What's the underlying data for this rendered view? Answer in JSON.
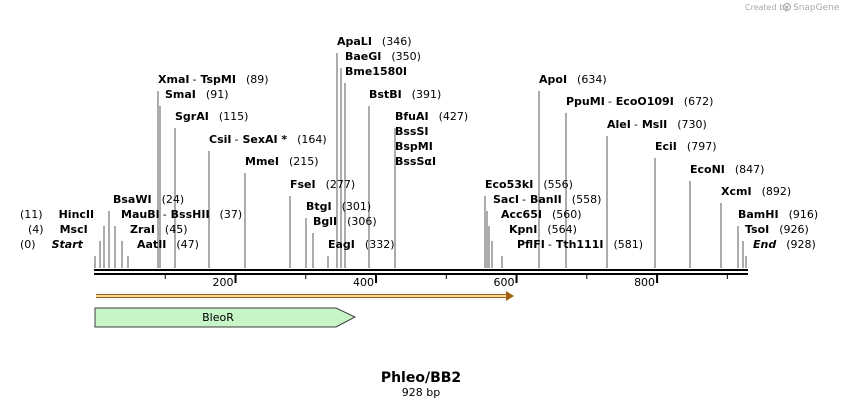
{
  "credit": {
    "prefix": "Created by",
    "brand": "SnapGene"
  },
  "map": {
    "name": "Phleo/BB2",
    "length_label": "928 bp",
    "ticks": [
      "200",
      "400",
      "600",
      "800"
    ],
    "sites": [
      {
        "row": [
          {
            "t": "(0)"
          },
          {
            "t": "Start",
            "b": true,
            "i": true
          }
        ]
      },
      {
        "row": [
          {
            "t": "(4)"
          },
          {
            "t": "MscI",
            "b": true
          }
        ]
      },
      {
        "row": [
          {
            "t": "(11)"
          },
          {
            "t": "HincII",
            "b": true
          }
        ]
      },
      {
        "row": [
          {
            "t": "AatII",
            "b": true
          },
          {
            "t": "(47)"
          }
        ]
      },
      {
        "row": [
          {
            "t": "ZraI",
            "b": true
          },
          {
            "t": "(45)"
          }
        ]
      },
      {
        "row": [
          {
            "t": "MauBI",
            "b": true
          },
          {
            "t": " - "
          },
          {
            "t": "BssHII",
            "b": true
          },
          {
            "t": "(37)"
          }
        ]
      },
      {
        "row": [
          {
            "t": "BsaWI",
            "b": true
          },
          {
            "t": "(24)"
          }
        ]
      },
      {
        "row": [
          {
            "t": "XmaI",
            "b": true
          },
          {
            "t": " - "
          },
          {
            "t": "TspMI",
            "b": true
          },
          {
            "t": "(89)"
          }
        ]
      },
      {
        "row": [
          {
            "t": "SmaI",
            "b": true
          },
          {
            "t": "(91)"
          }
        ]
      },
      {
        "row": [
          {
            "t": "SgrAI",
            "b": true
          },
          {
            "t": "(115)"
          }
        ]
      },
      {
        "row": [
          {
            "t": "CsiI",
            "b": true
          },
          {
            "t": " - "
          },
          {
            "t": "SexAI *",
            "b": true
          },
          {
            "t": "(164)"
          }
        ]
      },
      {
        "row": [
          {
            "t": "MmeI",
            "b": true
          },
          {
            "t": "(215)"
          }
        ]
      },
      {
        "row": [
          {
            "t": "FseI",
            "b": true
          },
          {
            "t": "(277)"
          }
        ]
      },
      {
        "row": [
          {
            "t": "BtgI",
            "b": true
          },
          {
            "t": "(301)"
          }
        ]
      },
      {
        "row": [
          {
            "t": "BglI",
            "b": true
          },
          {
            "t": "(306)"
          }
        ]
      },
      {
        "row": [
          {
            "t": "EagI",
            "b": true
          },
          {
            "t": "(332)"
          }
        ]
      },
      {
        "row": [
          {
            "t": "ApaLI",
            "b": true
          },
          {
            "t": "(346)"
          }
        ]
      },
      {
        "row": [
          {
            "t": "BaeGI",
            "b": true
          },
          {
            "t": "(350)"
          }
        ]
      },
      {
        "row": [
          {
            "t": "Bme1580I",
            "b": true
          }
        ]
      },
      {
        "row": [
          {
            "t": "BstBI",
            "b": true
          },
          {
            "t": "(391)"
          }
        ]
      },
      {
        "row": [
          {
            "t": "BfuAI",
            "b": true
          },
          {
            "t": "(427)"
          }
        ]
      },
      {
        "row": [
          {
            "t": "BssSI",
            "b": true
          }
        ]
      },
      {
        "row": [
          {
            "t": "BspMI",
            "b": true
          }
        ]
      },
      {
        "row": [
          {
            "t": "BssSαI",
            "b": true
          }
        ]
      },
      {
        "row": [
          {
            "t": "Eco53kI",
            "b": true
          },
          {
            "t": "(556)"
          }
        ]
      },
      {
        "row": [
          {
            "t": "SacI",
            "b": true
          },
          {
            "t": " - "
          },
          {
            "t": "BanII",
            "b": true
          },
          {
            "t": "(558)"
          }
        ]
      },
      {
        "row": [
          {
            "t": "Acc65I",
            "b": true
          },
          {
            "t": "(560)"
          }
        ]
      },
      {
        "row": [
          {
            "t": "KpnI",
            "b": true
          },
          {
            "t": "(564)"
          }
        ]
      },
      {
        "row": [
          {
            "t": "PflFI",
            "b": true
          },
          {
            "t": " - "
          },
          {
            "t": "Tth111I",
            "b": true
          },
          {
            "t": "(581)"
          }
        ]
      },
      {
        "row": [
          {
            "t": "ApoI",
            "b": true
          },
          {
            "t": "(634)"
          }
        ]
      },
      {
        "row": [
          {
            "t": "PpuMI",
            "b": true
          },
          {
            "t": " - "
          },
          {
            "t": "EcoO109I",
            "b": true
          },
          {
            "t": "(672)"
          }
        ]
      },
      {
        "row": [
          {
            "t": "AleI",
            "b": true
          },
          {
            "t": " - "
          },
          {
            "t": "MslI",
            "b": true
          },
          {
            "t": "(730)"
          }
        ]
      },
      {
        "row": [
          {
            "t": "EciI",
            "b": true
          },
          {
            "t": "(797)"
          }
        ]
      },
      {
        "row": [
          {
            "t": "EcoNI",
            "b": true
          },
          {
            "t": "(847)"
          }
        ]
      },
      {
        "row": [
          {
            "t": "XcmI",
            "b": true
          },
          {
            "t": "(892)"
          }
        ]
      },
      {
        "row": [
          {
            "t": "BamHI",
            "b": true
          },
          {
            "t": "(916)"
          }
        ]
      },
      {
        "row": [
          {
            "t": "TsoI",
            "b": true
          },
          {
            "t": "(926)"
          }
        ]
      },
      {
        "row": [
          {
            "t": "End",
            "b": true,
            "i": true
          },
          {
            "t": "(928)"
          }
        ]
      }
    ],
    "features": [
      {
        "label": "BleoR",
        "color": "#c8f5c8",
        "stroke": "#3c3c3c"
      },
      {
        "label": "",
        "color": "#f5d8a0",
        "stroke": "#a06010"
      }
    ],
    "colors": {
      "backbone": "#000000",
      "leader": "#5a5a5a"
    }
  }
}
